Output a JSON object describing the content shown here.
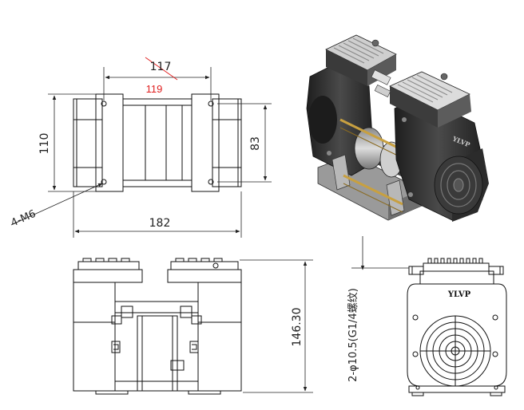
{
  "drawing": {
    "top_view": {
      "dim_width_struck": "117",
      "dim_width_corrected": "119",
      "dim_depth_outer": "110",
      "dim_depth_inner": "83",
      "dim_length": "182",
      "hole_callout": "4-M6"
    },
    "front_view": {
      "dim_height": "146.30"
    },
    "side_view": {
      "brand": "YLVP",
      "port_callout": "2-φ10.5(G1/4螺纹)"
    },
    "iso_view": {
      "brand": "YLVP"
    },
    "colors": {
      "line": "#111111",
      "dim": "#222222",
      "correction": "#e02020",
      "body_dark": "#2a2a2a",
      "body_mid": "#4a4a4a",
      "fin_light": "#d9d9d9",
      "rod_gold": "#c8a040",
      "metal": "#b0b0b0"
    }
  }
}
